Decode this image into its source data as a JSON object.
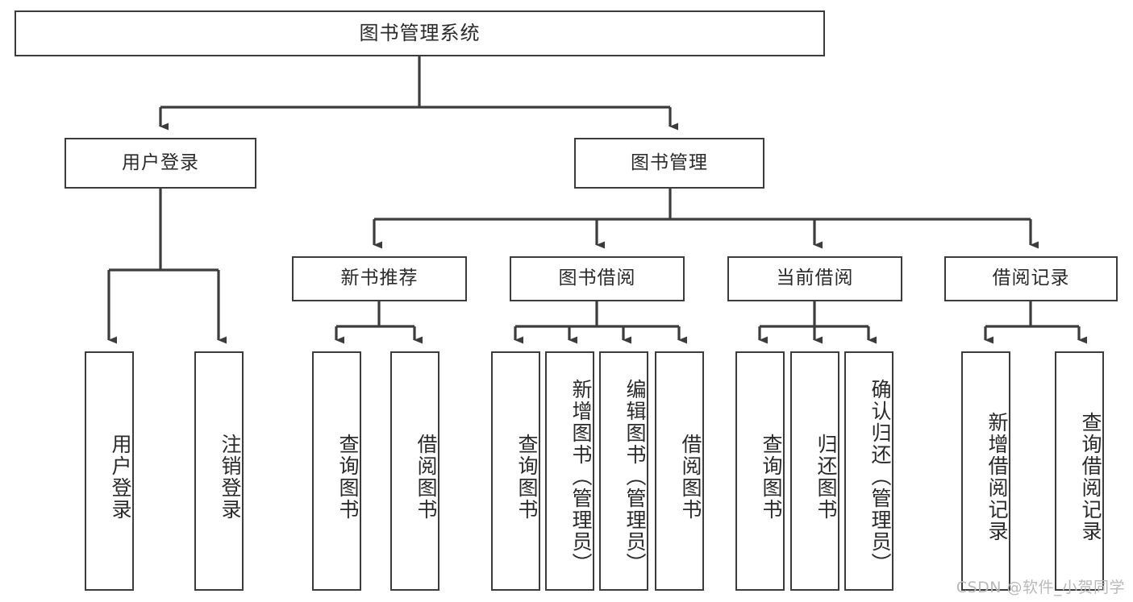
{
  "diagram": {
    "title": "图书管理系统",
    "type": "tree-hierarchy-chart",
    "watermark": "CSDN @软件_小贺同学",
    "colors": {
      "box_border": "#3c3c3c",
      "box_fill": "#ffffff",
      "edge": "#3c3c3c",
      "text": "#2a2a2a",
      "watermark": "#b9b9b9",
      "background": "#ffffff"
    },
    "levels": {
      "root": "图书管理系统",
      "level2": [
        "用户登录",
        "图书管理"
      ],
      "level3": [
        "新书推荐",
        "图书借阅",
        "当前借阅",
        "借阅记录"
      ]
    },
    "nodes": {
      "root": {
        "label": "图书管理系统"
      },
      "user_login": {
        "label": "用户登录"
      },
      "book_manage": {
        "label": "图书管理"
      },
      "new_book_rec": {
        "label": "新书推荐"
      },
      "book_borrow": {
        "label": "图书借阅"
      },
      "current_borrow": {
        "label": "当前借阅"
      },
      "borrow_record": {
        "label": "借阅记录"
      },
      "leaf_user_login": {
        "label": "用户登录"
      },
      "leaf_logout": {
        "label": "注销登录"
      },
      "leaf_rec_query_book": {
        "label": "查询图书"
      },
      "leaf_rec_borrow_book": {
        "label": "借阅图书"
      },
      "leaf_bb_query_book": {
        "label": "查询图书"
      },
      "leaf_bb_add_book": {
        "label": "新增图书（管理员）"
      },
      "leaf_bb_edit_book": {
        "label": "编辑图书（管理员）"
      },
      "leaf_bb_borrow_book": {
        "label": "借阅图书"
      },
      "leaf_cb_query_book": {
        "label": "查询图书"
      },
      "leaf_cb_return_book": {
        "label": "归还图书"
      },
      "leaf_cb_confirm_return": {
        "label": "确认归还（管理员）"
      },
      "leaf_br_add_record": {
        "label": "新增借阅记录"
      },
      "leaf_br_query_record": {
        "label": "查询借阅记录"
      }
    }
  }
}
